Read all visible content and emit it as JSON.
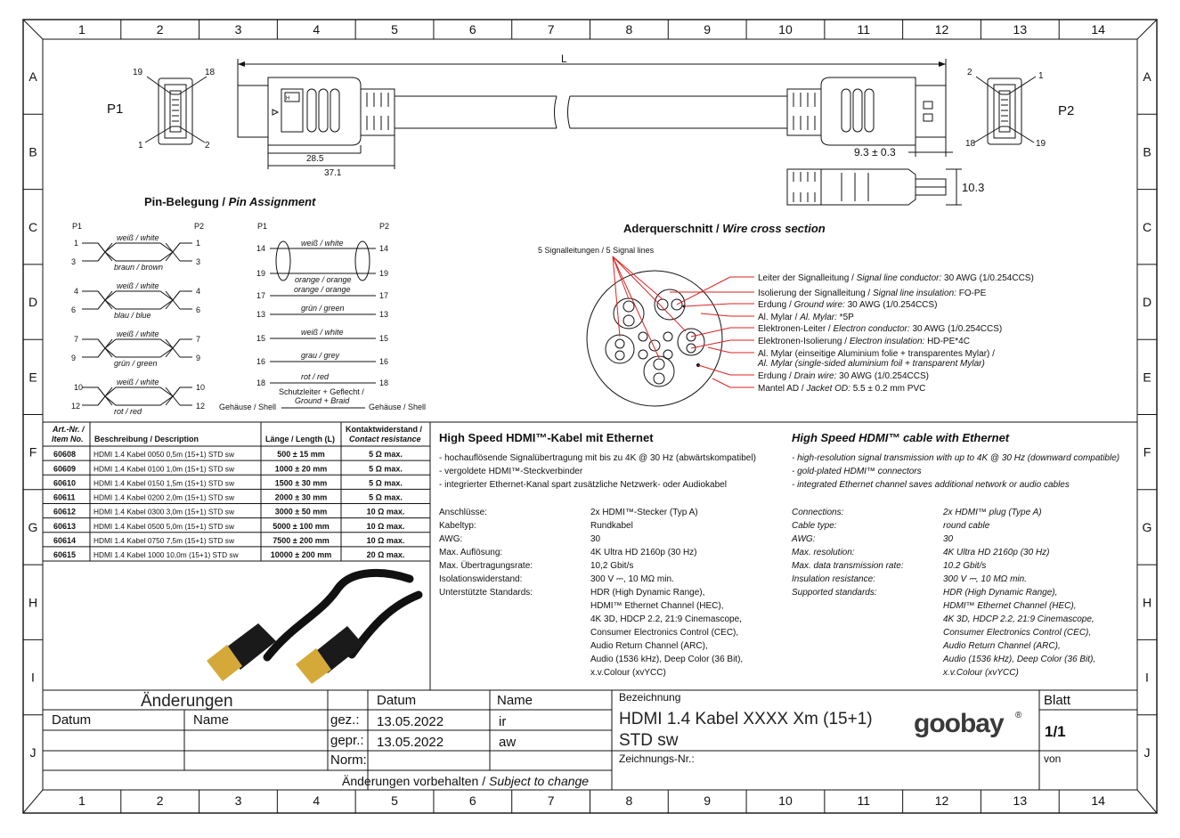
{
  "frame": {
    "cols": [
      "1",
      "2",
      "3",
      "4",
      "5",
      "6",
      "7",
      "8",
      "9",
      "10",
      "11",
      "12",
      "13",
      "14"
    ],
    "rows": [
      "A",
      "B",
      "C",
      "D",
      "E",
      "F",
      "G",
      "H",
      "I",
      "J"
    ]
  },
  "drawing": {
    "p1": "P1",
    "p2": "P2",
    "p1_pins": [
      "19",
      "18",
      "1",
      "2"
    ],
    "p2_pins": [
      "2",
      "1",
      "18",
      "19"
    ],
    "length_label": "L",
    "dim_28_5": "28.5",
    "dim_37_1": "37.1",
    "dim_9_3": "9.3 ± 0.3",
    "dim_10_3": "10.3"
  },
  "pin_assignment": {
    "title": "Pin-Belegung",
    "title_en": "Pin Assignment",
    "p1": "P1",
    "p2": "P2",
    "left_pairs": [
      {
        "a": "1",
        "b": "3",
        "top": "weiß / white",
        "bottom": "braun / brown"
      },
      {
        "a": "4",
        "b": "6",
        "top": "weiß / white",
        "bottom": "blau / blue"
      },
      {
        "a": "7",
        "b": "9",
        "top": "weiß / white",
        "bottom": "grün / green"
      },
      {
        "a": "10",
        "b": "12",
        "top": "weiß / white",
        "bottom": "rot / red"
      }
    ],
    "right_top_pair": {
      "a": "14",
      "b": "19",
      "top": "weiß / white",
      "bottom": "orange / orange"
    },
    "right_lines": [
      {
        "pin": "17",
        "label": "orange / orange"
      },
      {
        "pin": "13",
        "label": "grün / green"
      },
      {
        "pin": "15",
        "label": "weiß / white"
      },
      {
        "pin": "16",
        "label": "grau / grey"
      },
      {
        "pin": "18",
        "label": "rot / red"
      }
    ],
    "shield_1": "Schutzleiter + Geflecht /",
    "shield_2": "Ground + Braid",
    "shell": "Gehäuse / Shell"
  },
  "cross_section": {
    "title": "Aderquerschnitt",
    "title_en": "Wire cross section",
    "signal_lines": "5 Signalleitungen / 5 Signal lines",
    "legend": [
      {
        "de": "Leiter der Signalleitung / ",
        "en": "Signal line conductor:",
        "val": " 30 AWG (1/0.254CCS)"
      },
      {
        "de": "Isolierung der Signalleitung / ",
        "en": "Signal line insulation:",
        "val": " FO-PE"
      },
      {
        "de": "Erdung / ",
        "en": "Ground wire:",
        "val": " 30 AWG (1/0.254CCS)"
      },
      {
        "de": "Al. Mylar / ",
        "en": "Al. Mylar:",
        "val": " *5P"
      },
      {
        "de": "Elektronen-Leiter / ",
        "en": "Electron conductor:",
        "val": " 30 AWG (1/0.254CCS)"
      },
      {
        "de": "Elektronen-Isolierung / ",
        "en": "Electron insulation:",
        "val": " HD-PE*4C"
      },
      {
        "de": "Al. Mylar (einseitige Aluminium folie + transparentes Mylar) / ",
        "en": "",
        "val": ""
      },
      {
        "de": "",
        "en": "Al. Mylar (single-sided aluminium foil + transparent Mylar)",
        "val": ""
      },
      {
        "de": "Erdung / ",
        "en": "Drain wire:",
        "val": " 30 AWG (1/0.254CCS)"
      },
      {
        "de": "Mantel AD / ",
        "en": "Jacket OD:",
        "val": " 5.5 ± 0.2 mm PVC"
      }
    ]
  },
  "article_table": {
    "headers": [
      "Art.-Nr. /",
      "Item No.",
      "Beschreibung / Description",
      "Länge / Length (L)",
      "Kontaktwiderstand /",
      "Contact resistance"
    ],
    "rows": [
      [
        "60608",
        "HDMI 1.4 Kabel 0050 0,5m (15+1) STD sw",
        "500 ± 15 mm",
        "5 Ω max."
      ],
      [
        "60609",
        "HDMI 1.4 Kabel 0100 1,0m (15+1) STD sw",
        "1000 ± 20 mm",
        "5 Ω max."
      ],
      [
        "60610",
        "HDMI 1.4 Kabel 0150 1,5m (15+1) STD sw",
        "1500 ± 30 mm",
        "5 Ω max."
      ],
      [
        "60611",
        "HDMI 1.4 Kabel 0200 2,0m (15+1) STD sw",
        "2000 ± 30 mm",
        "5 Ω max."
      ],
      [
        "60612",
        "HDMI 1.4 Kabel 0300 3,0m (15+1) STD sw",
        "3000 ± 50 mm",
        "10 Ω max."
      ],
      [
        "60613",
        "HDMI 1.4 Kabel 0500 5,0m (15+1) STD sw",
        "5000 ± 100 mm",
        "10 Ω max."
      ],
      [
        "60614",
        "HDMI 1.4 Kabel 0750 7,5m (15+1) STD sw",
        "7500 ± 200 mm",
        "10 Ω max."
      ],
      [
        "60615",
        "HDMI 1.4 Kabel 1000 10,0m (15+1) STD sw",
        "10000 ± 200 mm",
        "20 Ω max."
      ]
    ]
  },
  "desc_de": {
    "title": "High Speed HDMI™-Kabel mit Ethernet",
    "bullets": [
      "- hochauflösende Signalübertragung mit bis zu 4K @ 30 Hz (abwärtskompatibel)",
      "- vergoldete HDMI™-Steckverbinder",
      "- integrierter Ethernet-Kanal spart zusätzliche Netzwerk- oder Audiokabel"
    ],
    "specs": [
      [
        "Anschlüsse:",
        "2x HDMI™-Stecker (Typ A)"
      ],
      [
        "Kabeltyp:",
        "Rundkabel"
      ],
      [
        "AWG:",
        "30"
      ],
      [
        "Max. Auflösung:",
        "4K Ultra HD 2160p (30 Hz)"
      ],
      [
        "Max. Übertragungsrate:",
        "10,2 Gbit/s"
      ],
      [
        "Isolationswiderstand:",
        "300 V ⎓, 10 MΩ min."
      ],
      [
        "Unterstützte Standards:",
        "HDR (High Dynamic Range),"
      ],
      [
        "",
        "HDMI™ Ethernet Channel (HEC),"
      ],
      [
        "",
        "4K 3D, HDCP 2.2, 21:9 Cinemascope,"
      ],
      [
        "",
        "Consumer Electronics Control (CEC),"
      ],
      [
        "",
        "Audio Return Channel (ARC),"
      ],
      [
        "",
        "Audio (1536 kHz), Deep Color (36 Bit),"
      ],
      [
        "",
        "x.v.Colour (xvYCC)"
      ]
    ]
  },
  "desc_en": {
    "title": "High Speed HDMI™ cable with Ethernet",
    "bullets": [
      "- high-resolution signal transmission with up to 4K @ 30 Hz (downward compatible)",
      "- gold-plated HDMI™ connectors",
      "- integrated Ethernet channel saves additional network or audio cables"
    ],
    "specs": [
      [
        "Connections:",
        "2x HDMI™ plug (Type A)"
      ],
      [
        "Cable type:",
        "round cable"
      ],
      [
        "AWG:",
        "30"
      ],
      [
        "Max. resolution:",
        "4K Ultra HD 2160p (30 Hz)"
      ],
      [
        "Max. data transmission rate:",
        "10.2 Gbit/s"
      ],
      [
        "Insulation resistance:",
        "300 V ⎓, 10 MΩ min."
      ],
      [
        "Supported standards:",
        "HDR (High Dynamic Range),"
      ],
      [
        "",
        "HDMI™ Ethernet Channel (HEC),"
      ],
      [
        "",
        "4K 3D, HDCP 2.2, 21:9 Cinemascope,"
      ],
      [
        "",
        "Consumer Electronics Control (CEC),"
      ],
      [
        "",
        "Audio Return Channel (ARC),"
      ],
      [
        "",
        "Audio (1536 kHz), Deep Color (36 Bit),"
      ],
      [
        "",
        "x.v.Colour (xvYCC)"
      ]
    ]
  },
  "title_block": {
    "changes": "Änderungen",
    "datum": "Datum",
    "name": "Name",
    "gez": "gez.:",
    "gepr": "gepr.:",
    "norm": "Norm:",
    "gez_date": "13.05.2022",
    "gez_name": "ir",
    "gepr_date": "13.05.2022",
    "gepr_name": "aw",
    "subject_de": "Änderungen vorbehalten / ",
    "subject_en": "Subject to change",
    "bezeichnung": "Bezeichnung",
    "product_line1": "HDMI 1.4 Kabel XXXX  Xm (15+1)",
    "product_line2": "STD sw",
    "drawing_no": "Zeichnungs-Nr.:",
    "logo": "goobay",
    "reg": "®",
    "blatt": "Blatt",
    "blatt_val": "1/1",
    "von": "von"
  }
}
